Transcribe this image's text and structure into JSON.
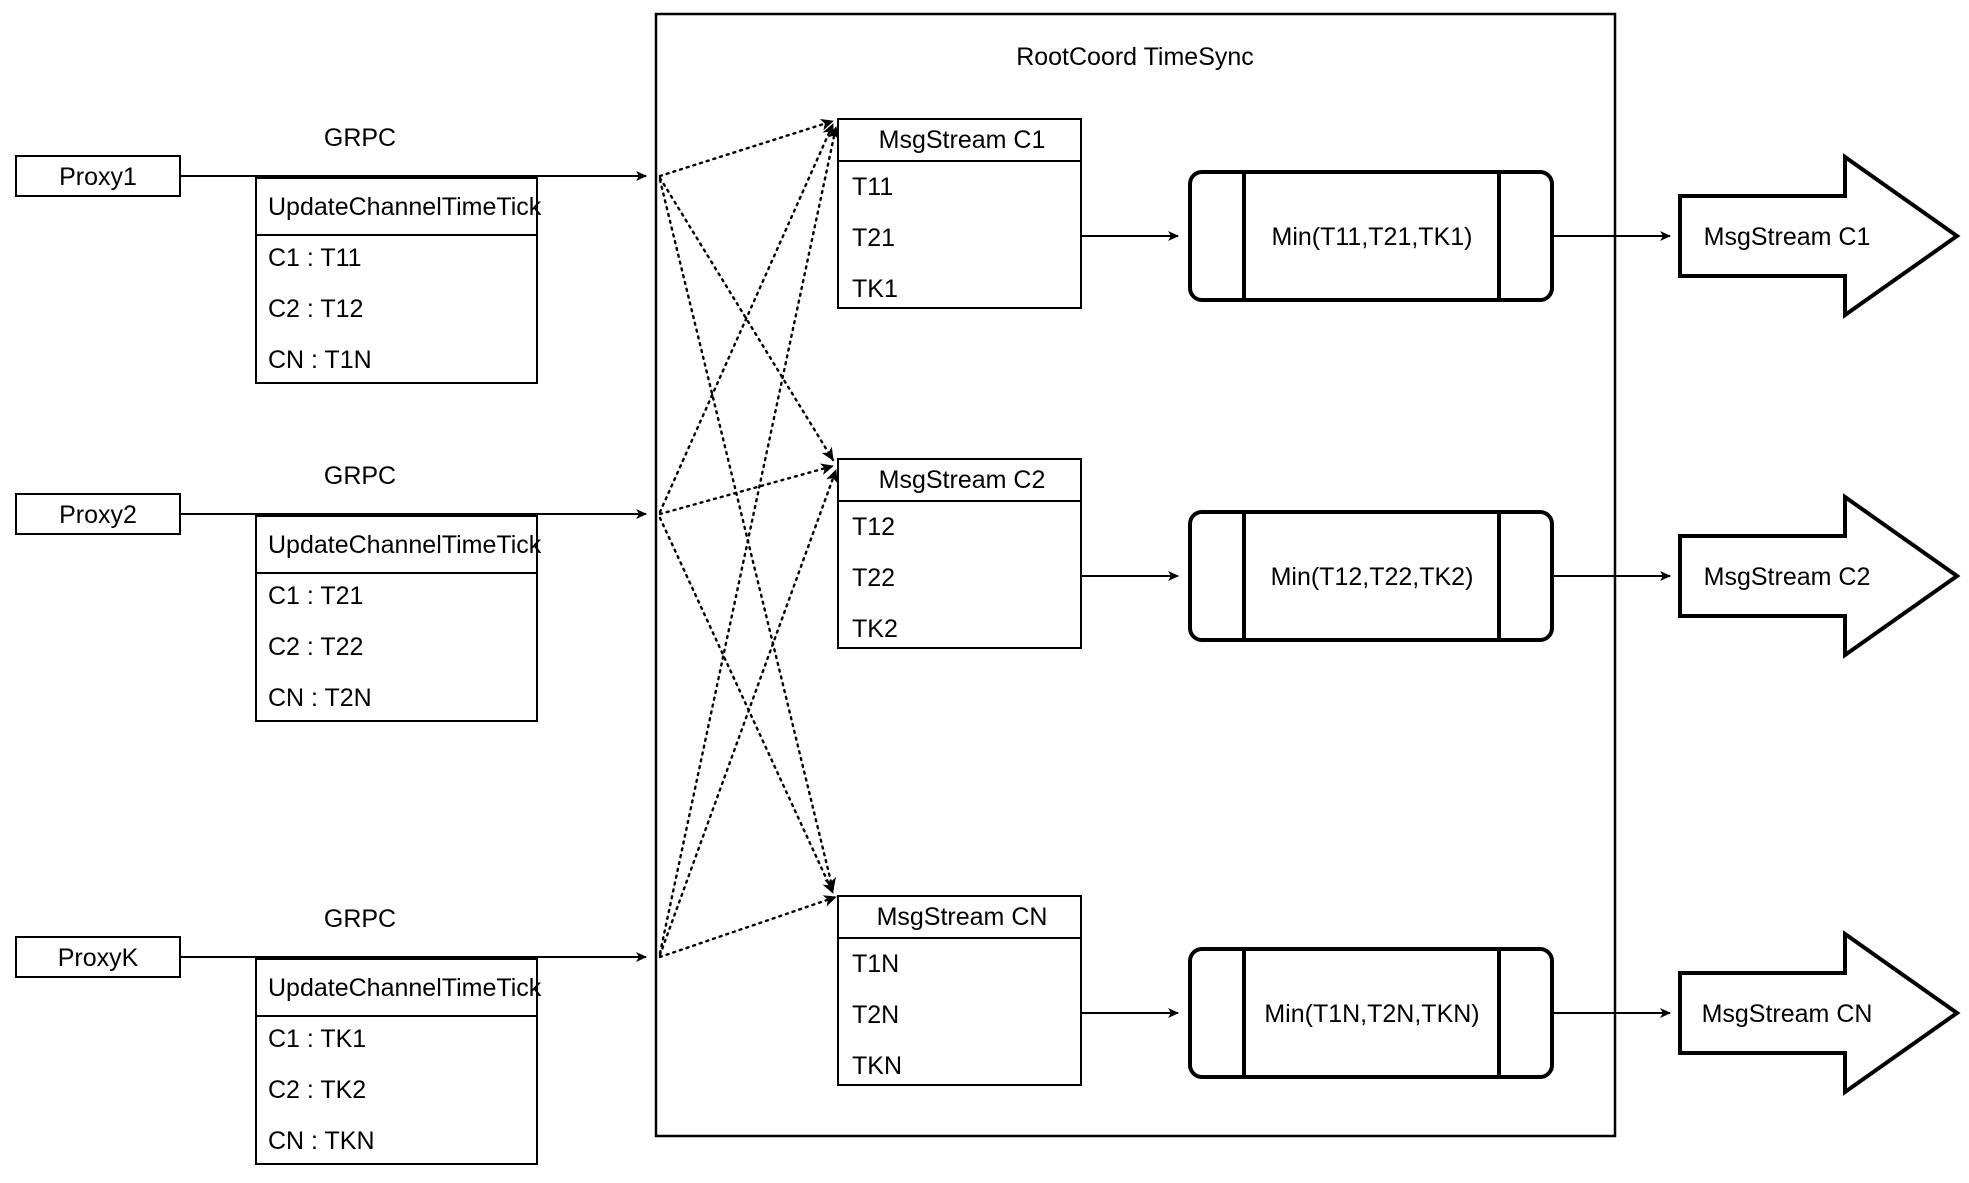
{
  "diagram": {
    "container_title": "RootCoord TimeSync",
    "link_label": "GRPC",
    "proxies": [
      {
        "name": "Proxy1",
        "rpc_title": "UpdateChannelTimeTick",
        "rows": [
          "C1 :  T11",
          "C2 :  T12",
          "CN : T1N"
        ],
        "grpc_label": "GRPC"
      },
      {
        "name": "Proxy2",
        "rpc_title": "UpdateChannelTimeTick",
        "rows": [
          "C1 :  T21",
          "C2 :  T22",
          "CN : T2N"
        ],
        "grpc_label": "GRPC"
      },
      {
        "name": "ProxyK",
        "rpc_title": "UpdateChannelTimeTick",
        "rows": [
          "C1 :  TK1",
          "C2 :  TK2",
          "CN : TKN"
        ],
        "grpc_label": "GRPC"
      }
    ],
    "channels": [
      {
        "stream_title": "MsgStream C1",
        "ticks": [
          "T11",
          "T21",
          "TK1"
        ],
        "min_expr": "Min(T11,T21,TK1)",
        "output_label": "MsgStream C1"
      },
      {
        "stream_title": "MsgStream C2",
        "ticks": [
          "T12",
          "T22",
          "TK2"
        ],
        "min_expr": "Min(T12,T22,TK2)",
        "output_label": "MsgStream C2"
      },
      {
        "stream_title": "MsgStream CN",
        "ticks": [
          "T1N",
          "T2N",
          "TKN"
        ],
        "min_expr": "Min(T1N,T2N,TKN)",
        "output_label": "MsgStream CN"
      }
    ],
    "colors": {
      "stroke": "#000000",
      "background": "#ffffff"
    }
  }
}
